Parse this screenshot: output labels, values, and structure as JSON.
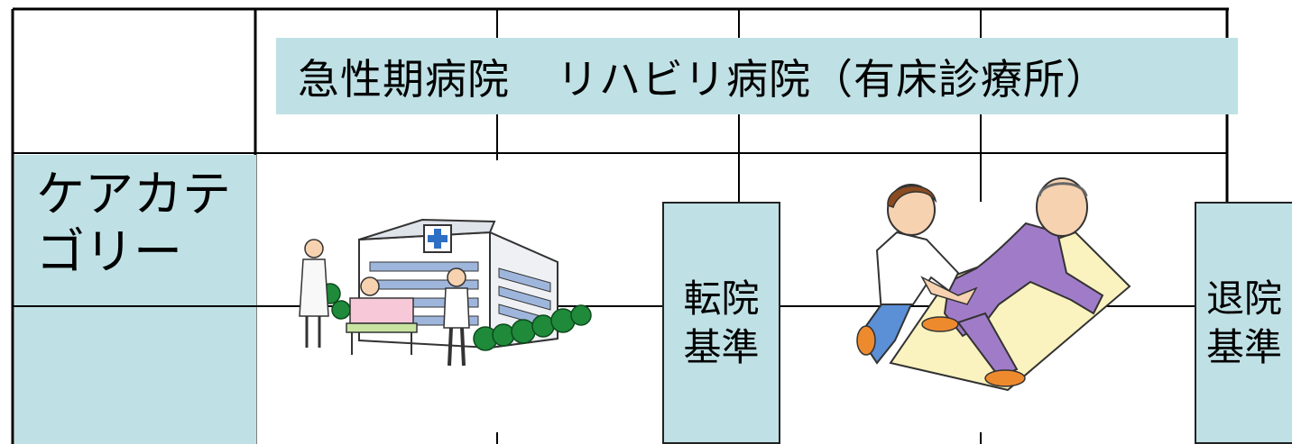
{
  "header": {
    "acute_hospital": "急性期病院",
    "rehab_hospital": "リハビリ病院（有床診療所）"
  },
  "sidebar": {
    "label_line1": "ケアカテ",
    "label_line2": "ゴリー"
  },
  "transfer": {
    "line1": "転院",
    "line2": "基準"
  },
  "discharge": {
    "line1": "退院",
    "line2": "基準"
  },
  "colors": {
    "band": "#bfe1e5",
    "grid": "#000000"
  },
  "illustrations": [
    "hospital-building-illustration",
    "rehabilitation-therapist-illustration"
  ]
}
